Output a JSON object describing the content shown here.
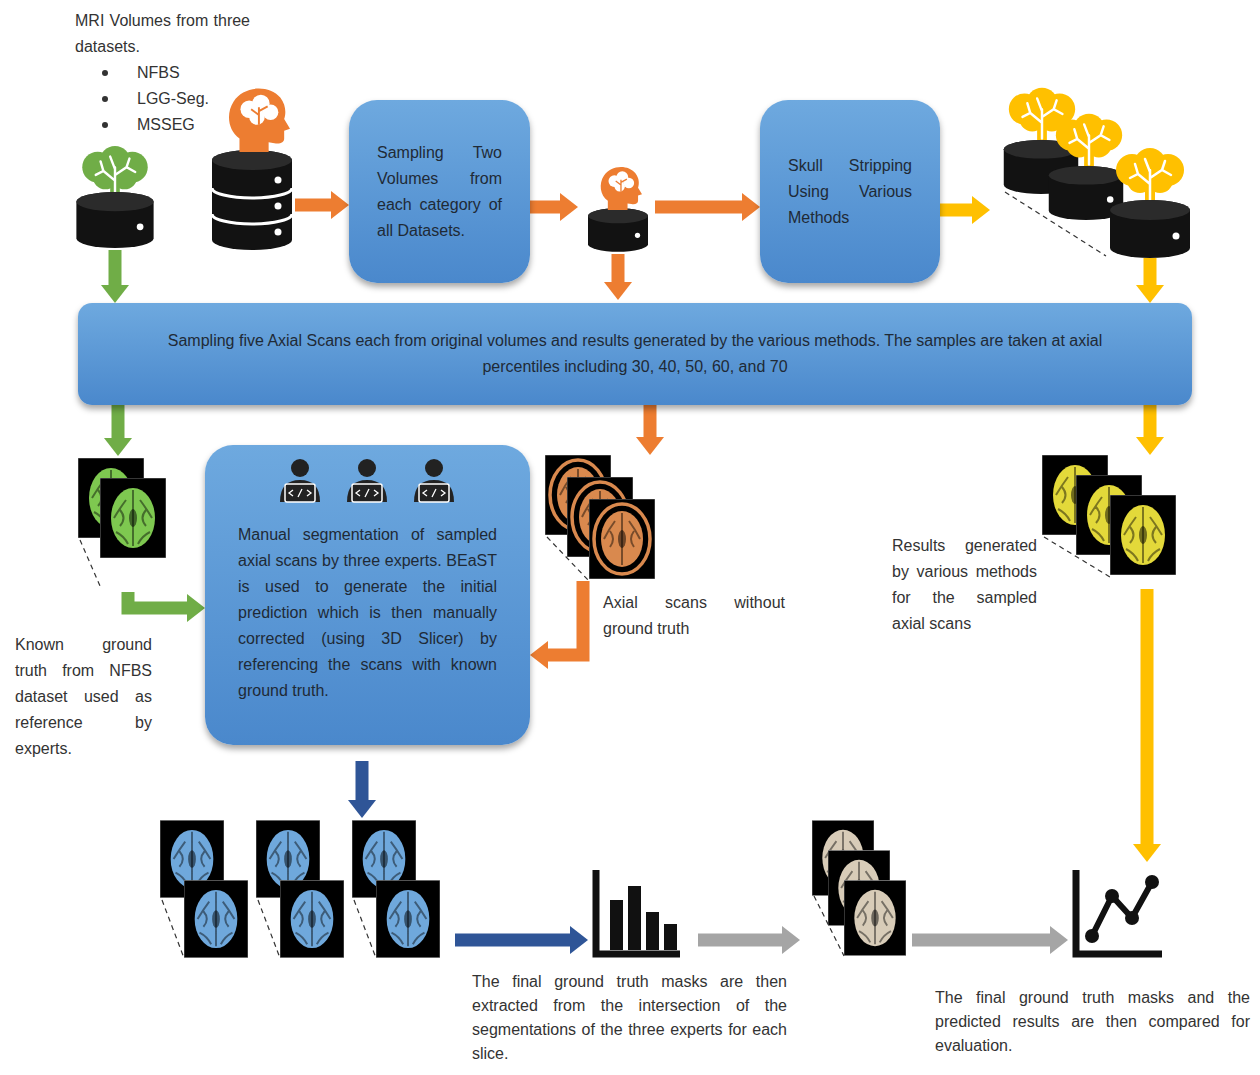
{
  "diagram": {
    "nodes": [
      {
        "text": [
          "MRI Volumes from three datasets.",
          "NFBS",
          "LGG-Seg.",
          "MSSEG"
        ]
      },
      {
        "text": [
          "Sampling Two Volumes from each category of all Datasets."
        ]
      },
      {
        "text": [
          "Skull Stripping Using Various Methods"
        ]
      },
      {
        "text": [
          "Sampling five Axial Scans each from original volumes and results generated by the various methods. The samples are taken at axial percentiles including 30, 40, 50, 60, and 70"
        ]
      },
      {
        "text": [
          "Known ground truth from NFBS dataset used as reference by experts."
        ]
      },
      {
        "text": [
          "Manual segmentation of sampled axial scans by three experts. BEaST is used to generate the initial prediction which is then manually corrected (using 3D Slicer) by referencing the scans with known ground truth."
        ]
      },
      {
        "text": [
          "Axial scans without ground truth"
        ]
      },
      {
        "text": [
          "Results generated by various methods for the sampled axial scans"
        ]
      },
      {
        "text": [
          "The final ground truth masks are then extracted from the intersection of the segmentations of the three experts for each slice."
        ]
      },
      {
        "text": [
          "The final ground truth masks and the predicted results are then compared for evaluation."
        ]
      }
    ],
    "edges": [
      {
        "from": 0,
        "to": 1,
        "arrow": "to"
      },
      {
        "from": 0,
        "to": 3,
        "arrow": "to"
      },
      {
        "from": 1,
        "to": 2,
        "arrow": "to"
      },
      {
        "from": 2,
        "to": 3,
        "arrow": "to"
      },
      {
        "from": 3,
        "to": 4,
        "arrow": "to"
      },
      {
        "from": 3,
        "to": 6,
        "arrow": "to"
      },
      {
        "from": 3,
        "to": 7,
        "arrow": "to"
      },
      {
        "from": 4,
        "to": 5,
        "arrow": "to"
      },
      {
        "from": 6,
        "to": 5,
        "arrow": "to"
      },
      {
        "from": 5,
        "to": 8,
        "arrow": "to"
      },
      {
        "from": 8,
        "to": 9,
        "arrow": "to"
      },
      {
        "from": 7,
        "to": 9,
        "arrow": "to"
      }
    ]
  }
}
